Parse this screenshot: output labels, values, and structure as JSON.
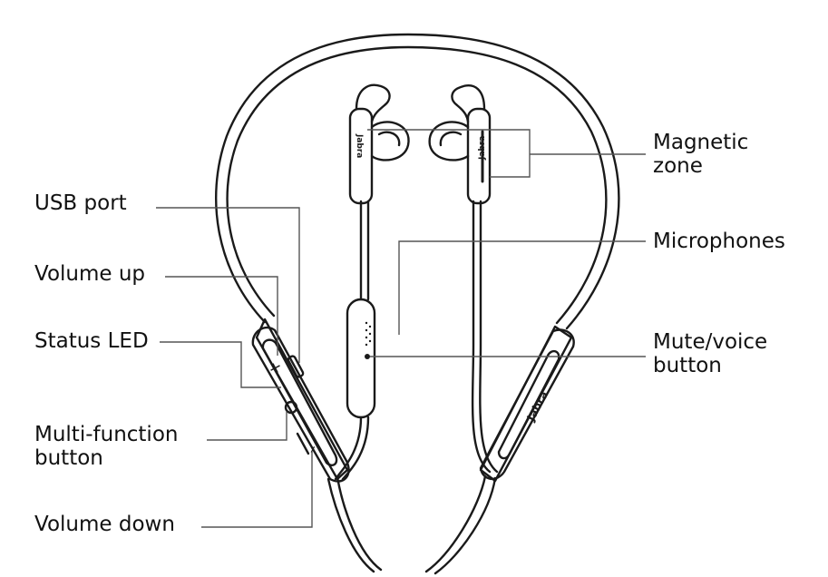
{
  "labels": {
    "left": {
      "usb_port": "USB port",
      "volume_up": "Volume up",
      "status_led": "Status LED",
      "multi_function_line1": "Multi-function",
      "multi_function_line2": "button",
      "volume_down": "Volume down"
    },
    "right": {
      "magnetic_zone_line1": "Magnetic",
      "magnetic_zone_line2": "zone",
      "microphones": "Microphones",
      "mute_voice_line1": "Mute/voice",
      "mute_voice_line2": "button"
    }
  },
  "device": {
    "brand_left_earbud": "Jabra",
    "brand_right_earbud": "Jabra",
    "brand_right_module": "Jabra",
    "volume_up_symbol": "+",
    "volume_down_symbol": "–"
  },
  "colors": {
    "outline": "#1a1a1a",
    "leader_line": "#555555",
    "label_text": "#111111"
  }
}
